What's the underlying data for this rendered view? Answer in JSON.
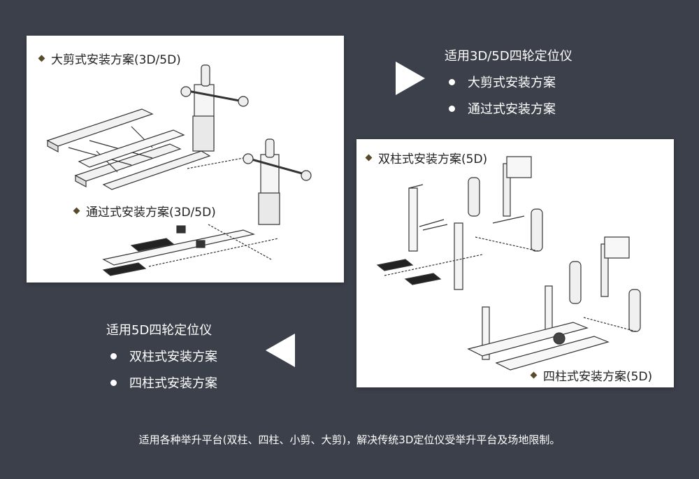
{
  "top_panel": {
    "caption_scissor": "大剪式安装方案(3D/5D)",
    "caption_passthrough": "通过式安装方案(3D/5D)"
  },
  "right_panel": {
    "caption_two_post": "双柱式安装方案(5D)",
    "caption_four_post": "四柱式安装方案(5D)"
  },
  "info_top": {
    "heading": "适用3D/5D四轮定位仪",
    "items": [
      "大剪式安装方案",
      "通过式安装方案"
    ]
  },
  "info_bottom": {
    "heading": "适用5D四轮定位仪",
    "items": [
      "双柱式安装方案",
      "四柱式安装方案"
    ]
  },
  "footer_text": "适用各种举升平台(双柱、四柱、小剪、大剪)，解决传统3D定位仪受举升平台及场地限制。",
  "colors": {
    "background": "#3c404a",
    "panel": "#ffffff",
    "bullet_diamond": "#5a4a2c",
    "text_light": "#ffffff"
  }
}
